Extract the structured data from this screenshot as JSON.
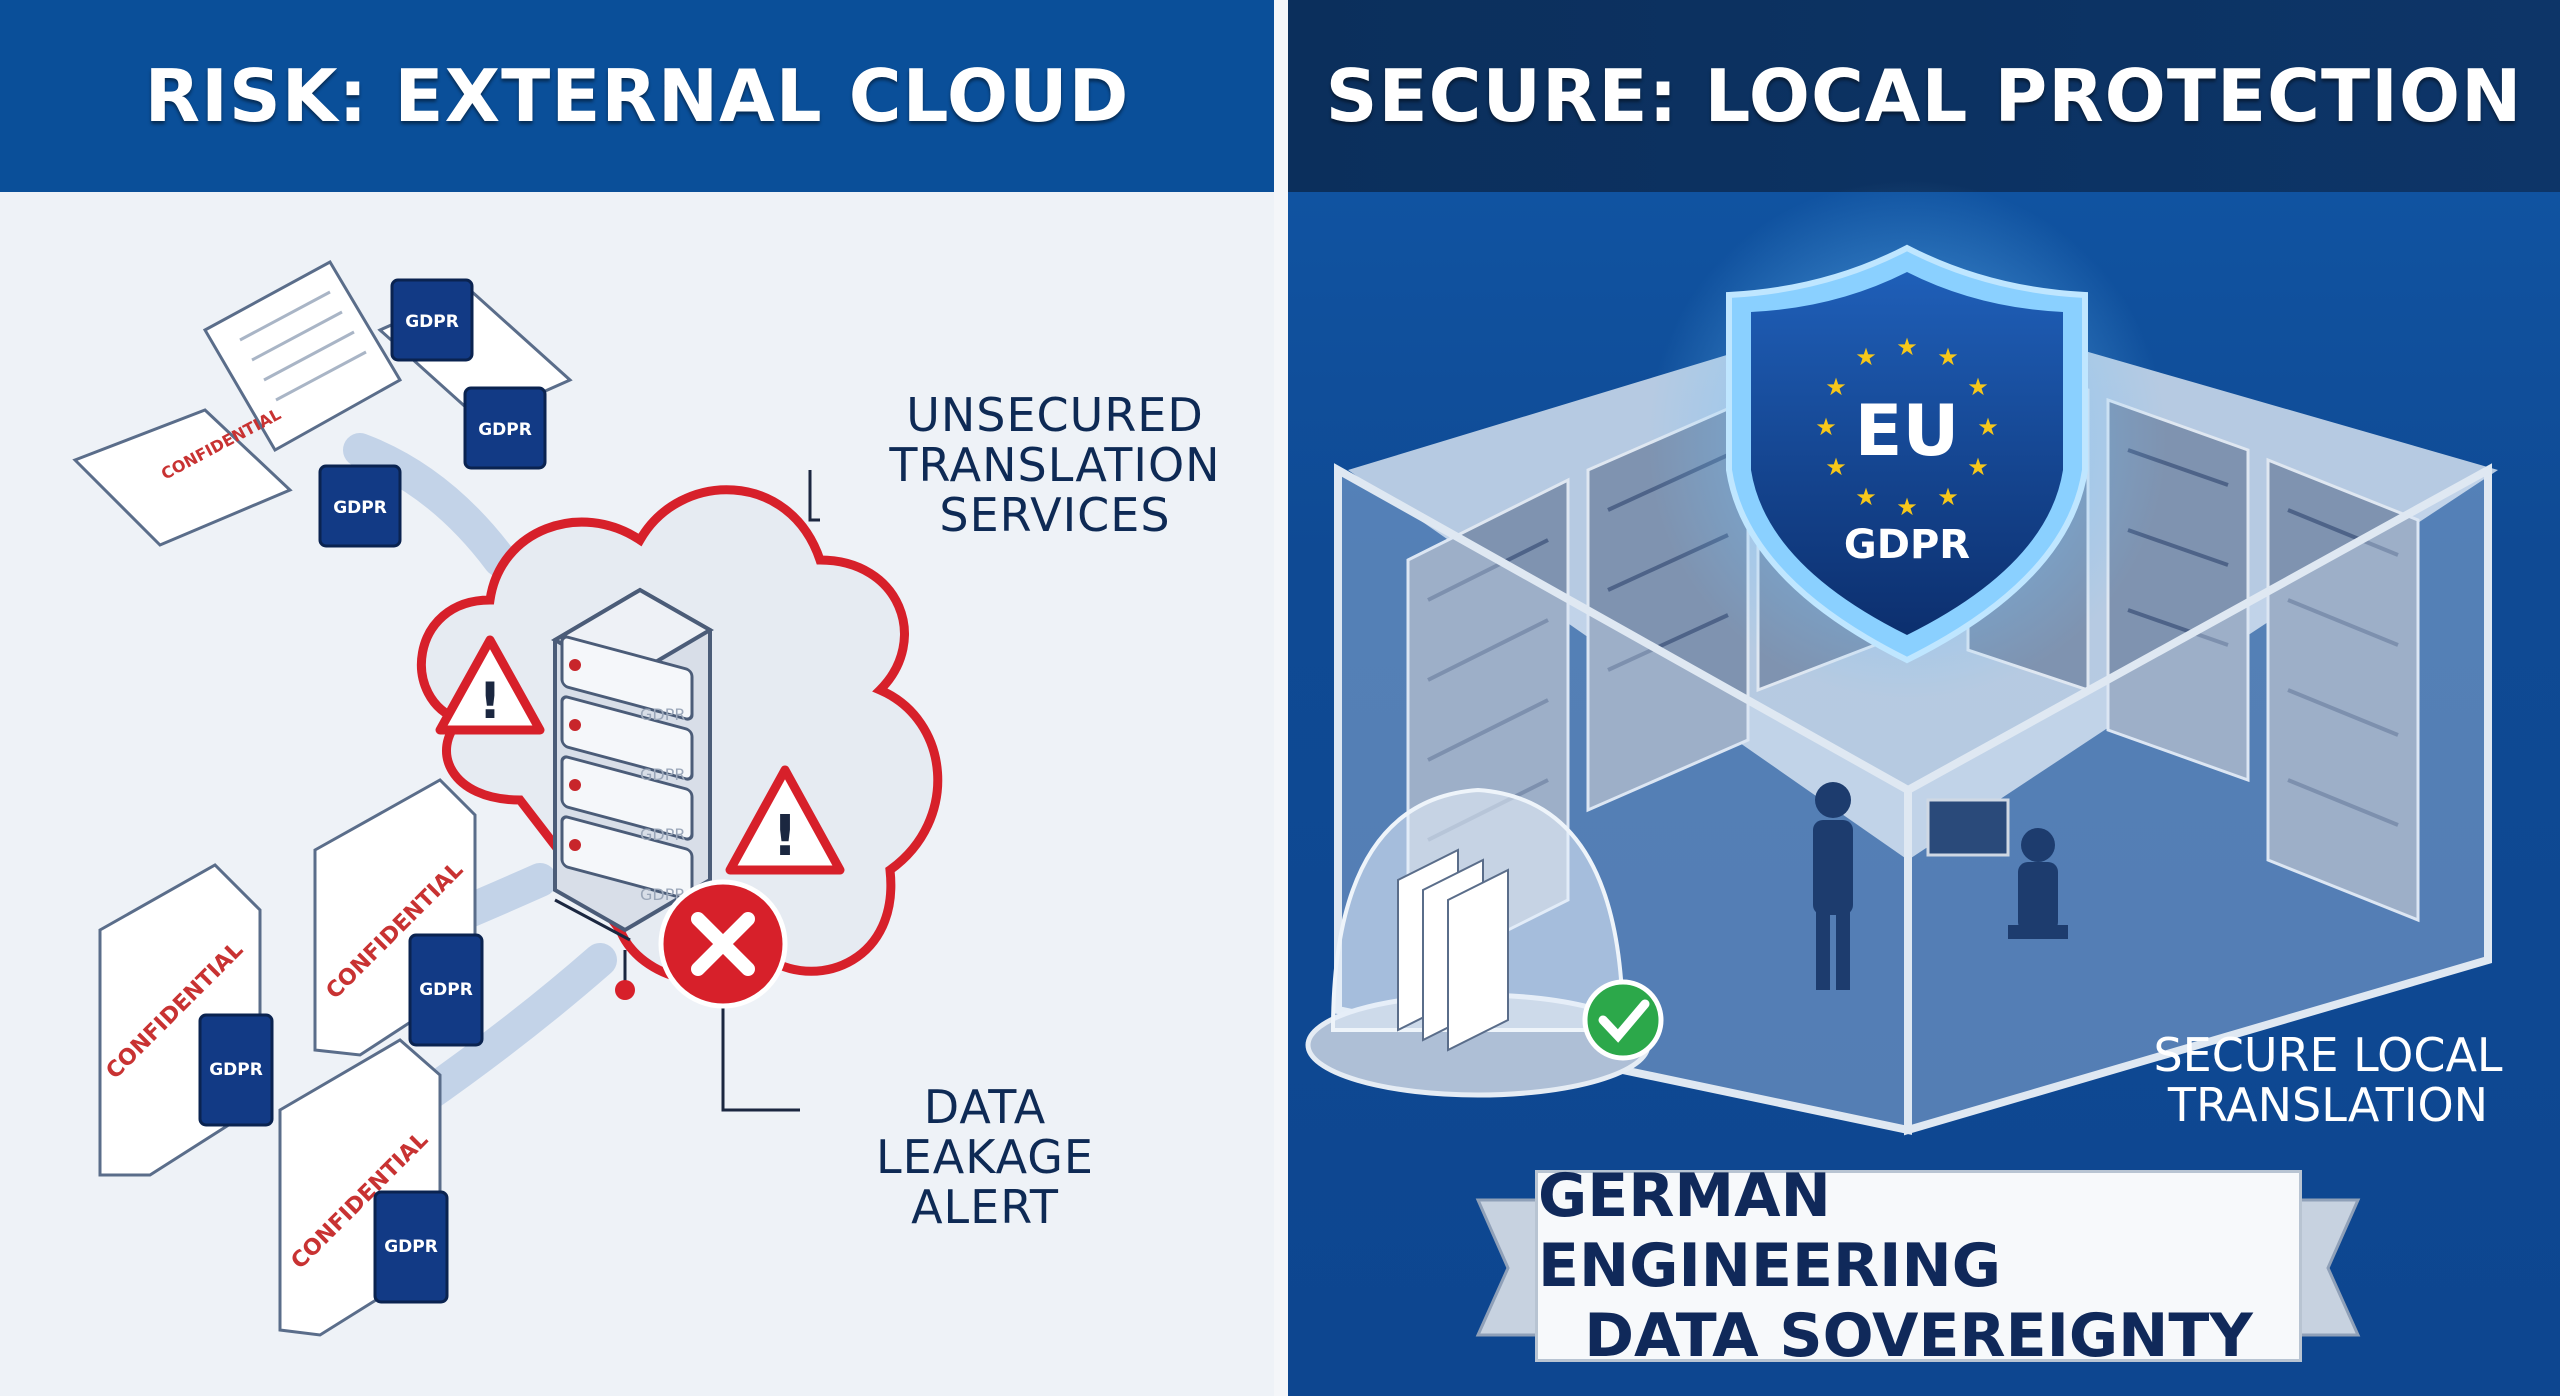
{
  "left": {
    "title": "RISK: EXTERNAL CLOUD",
    "callout_top": "UNSECURED TRANSLATION SERVICES",
    "callout_bottom": "DATA LEAKAGE ALERT",
    "doc_stamp": "CONFIDENTIAL",
    "badge": "GDPR",
    "server_label": "GDPR",
    "colors": {
      "header": "#0a4f99",
      "alert": "#d7202a",
      "background": "#eef2f7"
    }
  },
  "right": {
    "title": "SECURE: LOCAL PROTECTION",
    "shield_top": "EU",
    "shield_bottom": "GDPR",
    "callout": "SECURE LOCAL TRANSLATION",
    "banner_line1": "GERMAN ENGINEERING",
    "banner_line2": "DATA SOVEREIGNTY",
    "colors": {
      "header": "#0d3466",
      "background": "#0f4a94",
      "check": "#2ca84a"
    }
  }
}
